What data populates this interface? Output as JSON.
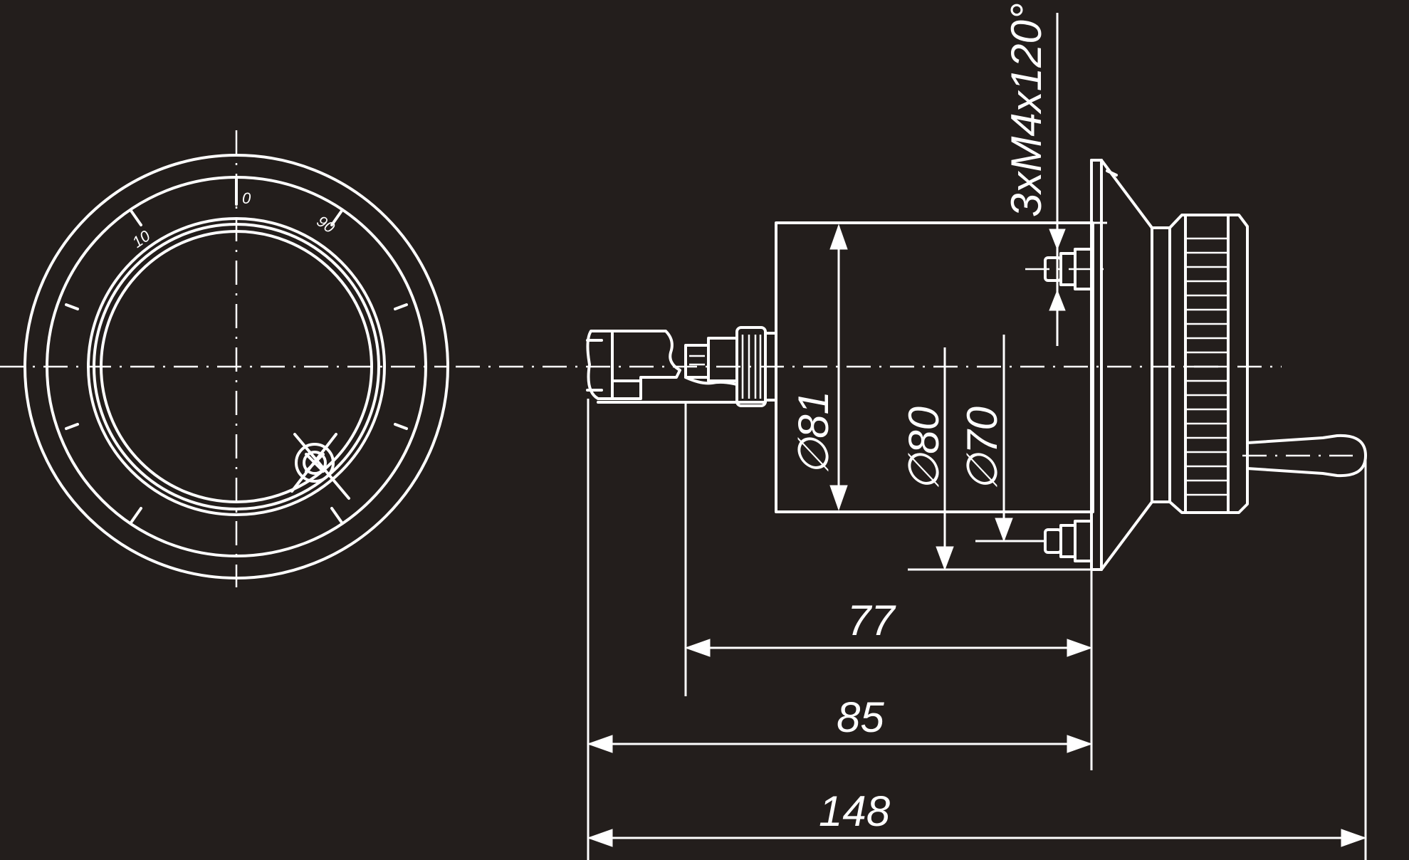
{
  "colors": {
    "background": "#231e1c",
    "line": "#ffffff"
  },
  "front_view": {
    "scale_labels": [
      "0",
      "10",
      "90"
    ]
  },
  "dimensions": {
    "d81": "∅81",
    "d80": "∅80",
    "d70": "∅70",
    "len77": "77",
    "len85": "85",
    "len148": "148",
    "thread": "3xM4x120°"
  }
}
